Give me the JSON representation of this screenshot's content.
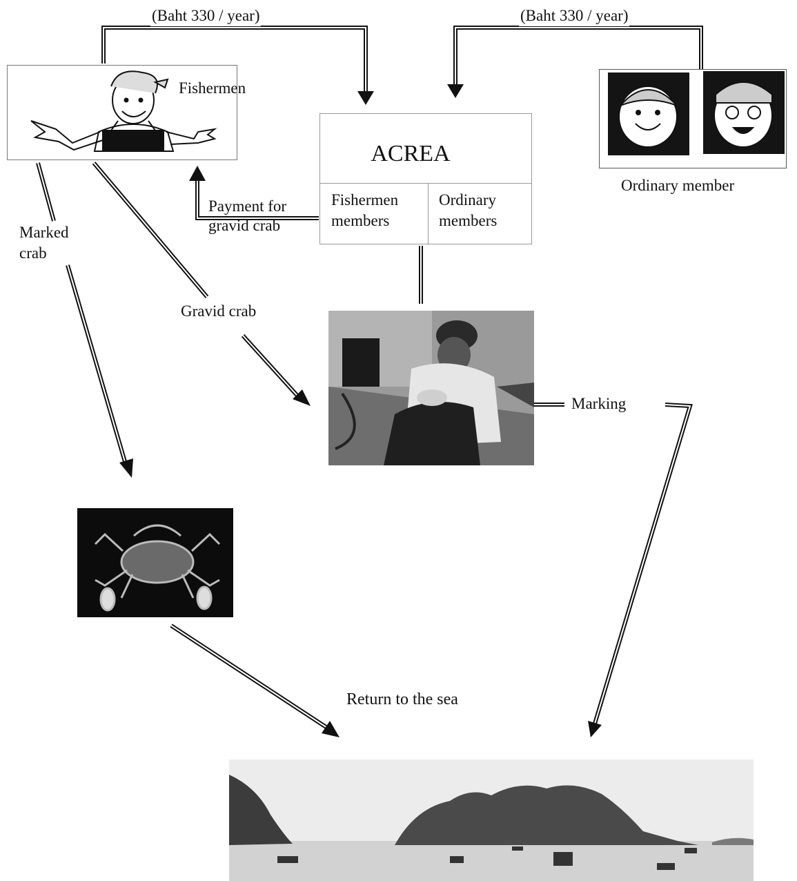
{
  "fee_left": "(Baht 330 / year)",
  "fee_right": "(Baht 330 / year)",
  "fishermen": "Fishermen",
  "acrea": {
    "title": "ACREA",
    "col1_line1": "Fishermen",
    "col1_line2": "members",
    "col2_line1": "Ordinary",
    "col2_line2": "members"
  },
  "ordinary_member": "Ordinary member",
  "payment_line1": "Payment for",
  "payment_line2": "gravid crab",
  "marked_line1": "Marked",
  "marked_line2": "crab",
  "gravid_crab": "Gravid crab",
  "marking": "Marking",
  "return_sea": "Return to the sea"
}
